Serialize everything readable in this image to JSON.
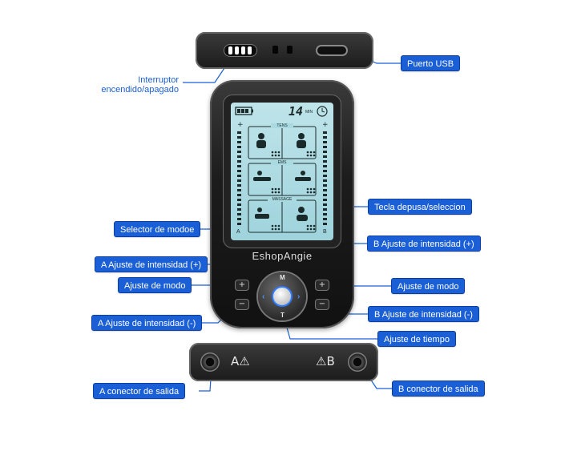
{
  "device": {
    "brand": "EshopAngie",
    "lcd_number": "14",
    "lcd_unit": "MIN",
    "section_labels": [
      "TENS",
      "EMS",
      "MASSAGE"
    ],
    "channel_left": "A",
    "channel_right": "B",
    "ctrl_top": "M",
    "ctrl_bottom": "T",
    "plus": "+",
    "minus": "−"
  },
  "bottom_edge": {
    "label_a": "A⚠",
    "label_b": "⚠B"
  },
  "callouts": {
    "power_switch": "Interruptor\nencendido/apagado",
    "usb_port": "Puerto USB",
    "pause_select_key": "Tecla depusa/seleccion",
    "mode_selector": "Selector de modoe",
    "a_intensity_up": "A Ajuste de intensidad (+)",
    "b_intensity_up": "B Ajuste de  intensidad (+)",
    "mode_adjust_left": "Ajuste de modo",
    "mode_adjust_right": "Ajuste de modo",
    "a_intensity_down": "A Ajuste de intensidad (-)",
    "b_intensity_down": "B Ajuste de intensidad (-)",
    "time_adjust": "Ajuste de tiempo",
    "a_output_jack": "A conector de salida",
    "b_output_jack": "B conector de salida"
  },
  "colors": {
    "callout_blue": "#1a5fd6",
    "lcd_background": "#a9d9e1",
    "device_body": "#1c1c1c"
  }
}
